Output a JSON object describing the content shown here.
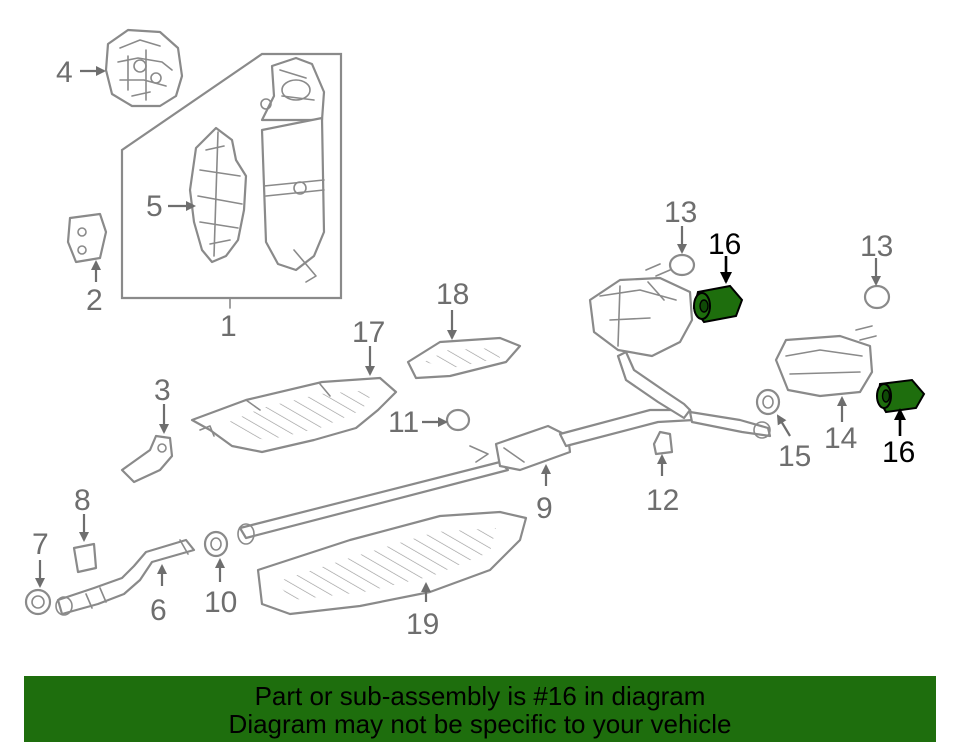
{
  "colors": {
    "highlight": "#1e6e0d",
    "banner": "#1e6e0d",
    "line": "#8a8a8a",
    "label": "#6e6e6e"
  },
  "labels": {
    "p1": "1",
    "p2": "2",
    "p3": "3",
    "p4": "4",
    "p5": "5",
    "p6": "6",
    "p7": "7",
    "p8": "8",
    "p9": "9",
    "p10": "10",
    "p11": "11",
    "p12": "12",
    "p13a": "13",
    "p13b": "13",
    "p14": "14",
    "p15": "15",
    "p16a": "16",
    "p16b": "16",
    "p17": "17",
    "p18": "18",
    "p19": "19"
  },
  "banner": {
    "line1": "Part or sub-assembly is #16 in diagram",
    "line2": "Diagram may not be specific to your vehicle"
  }
}
